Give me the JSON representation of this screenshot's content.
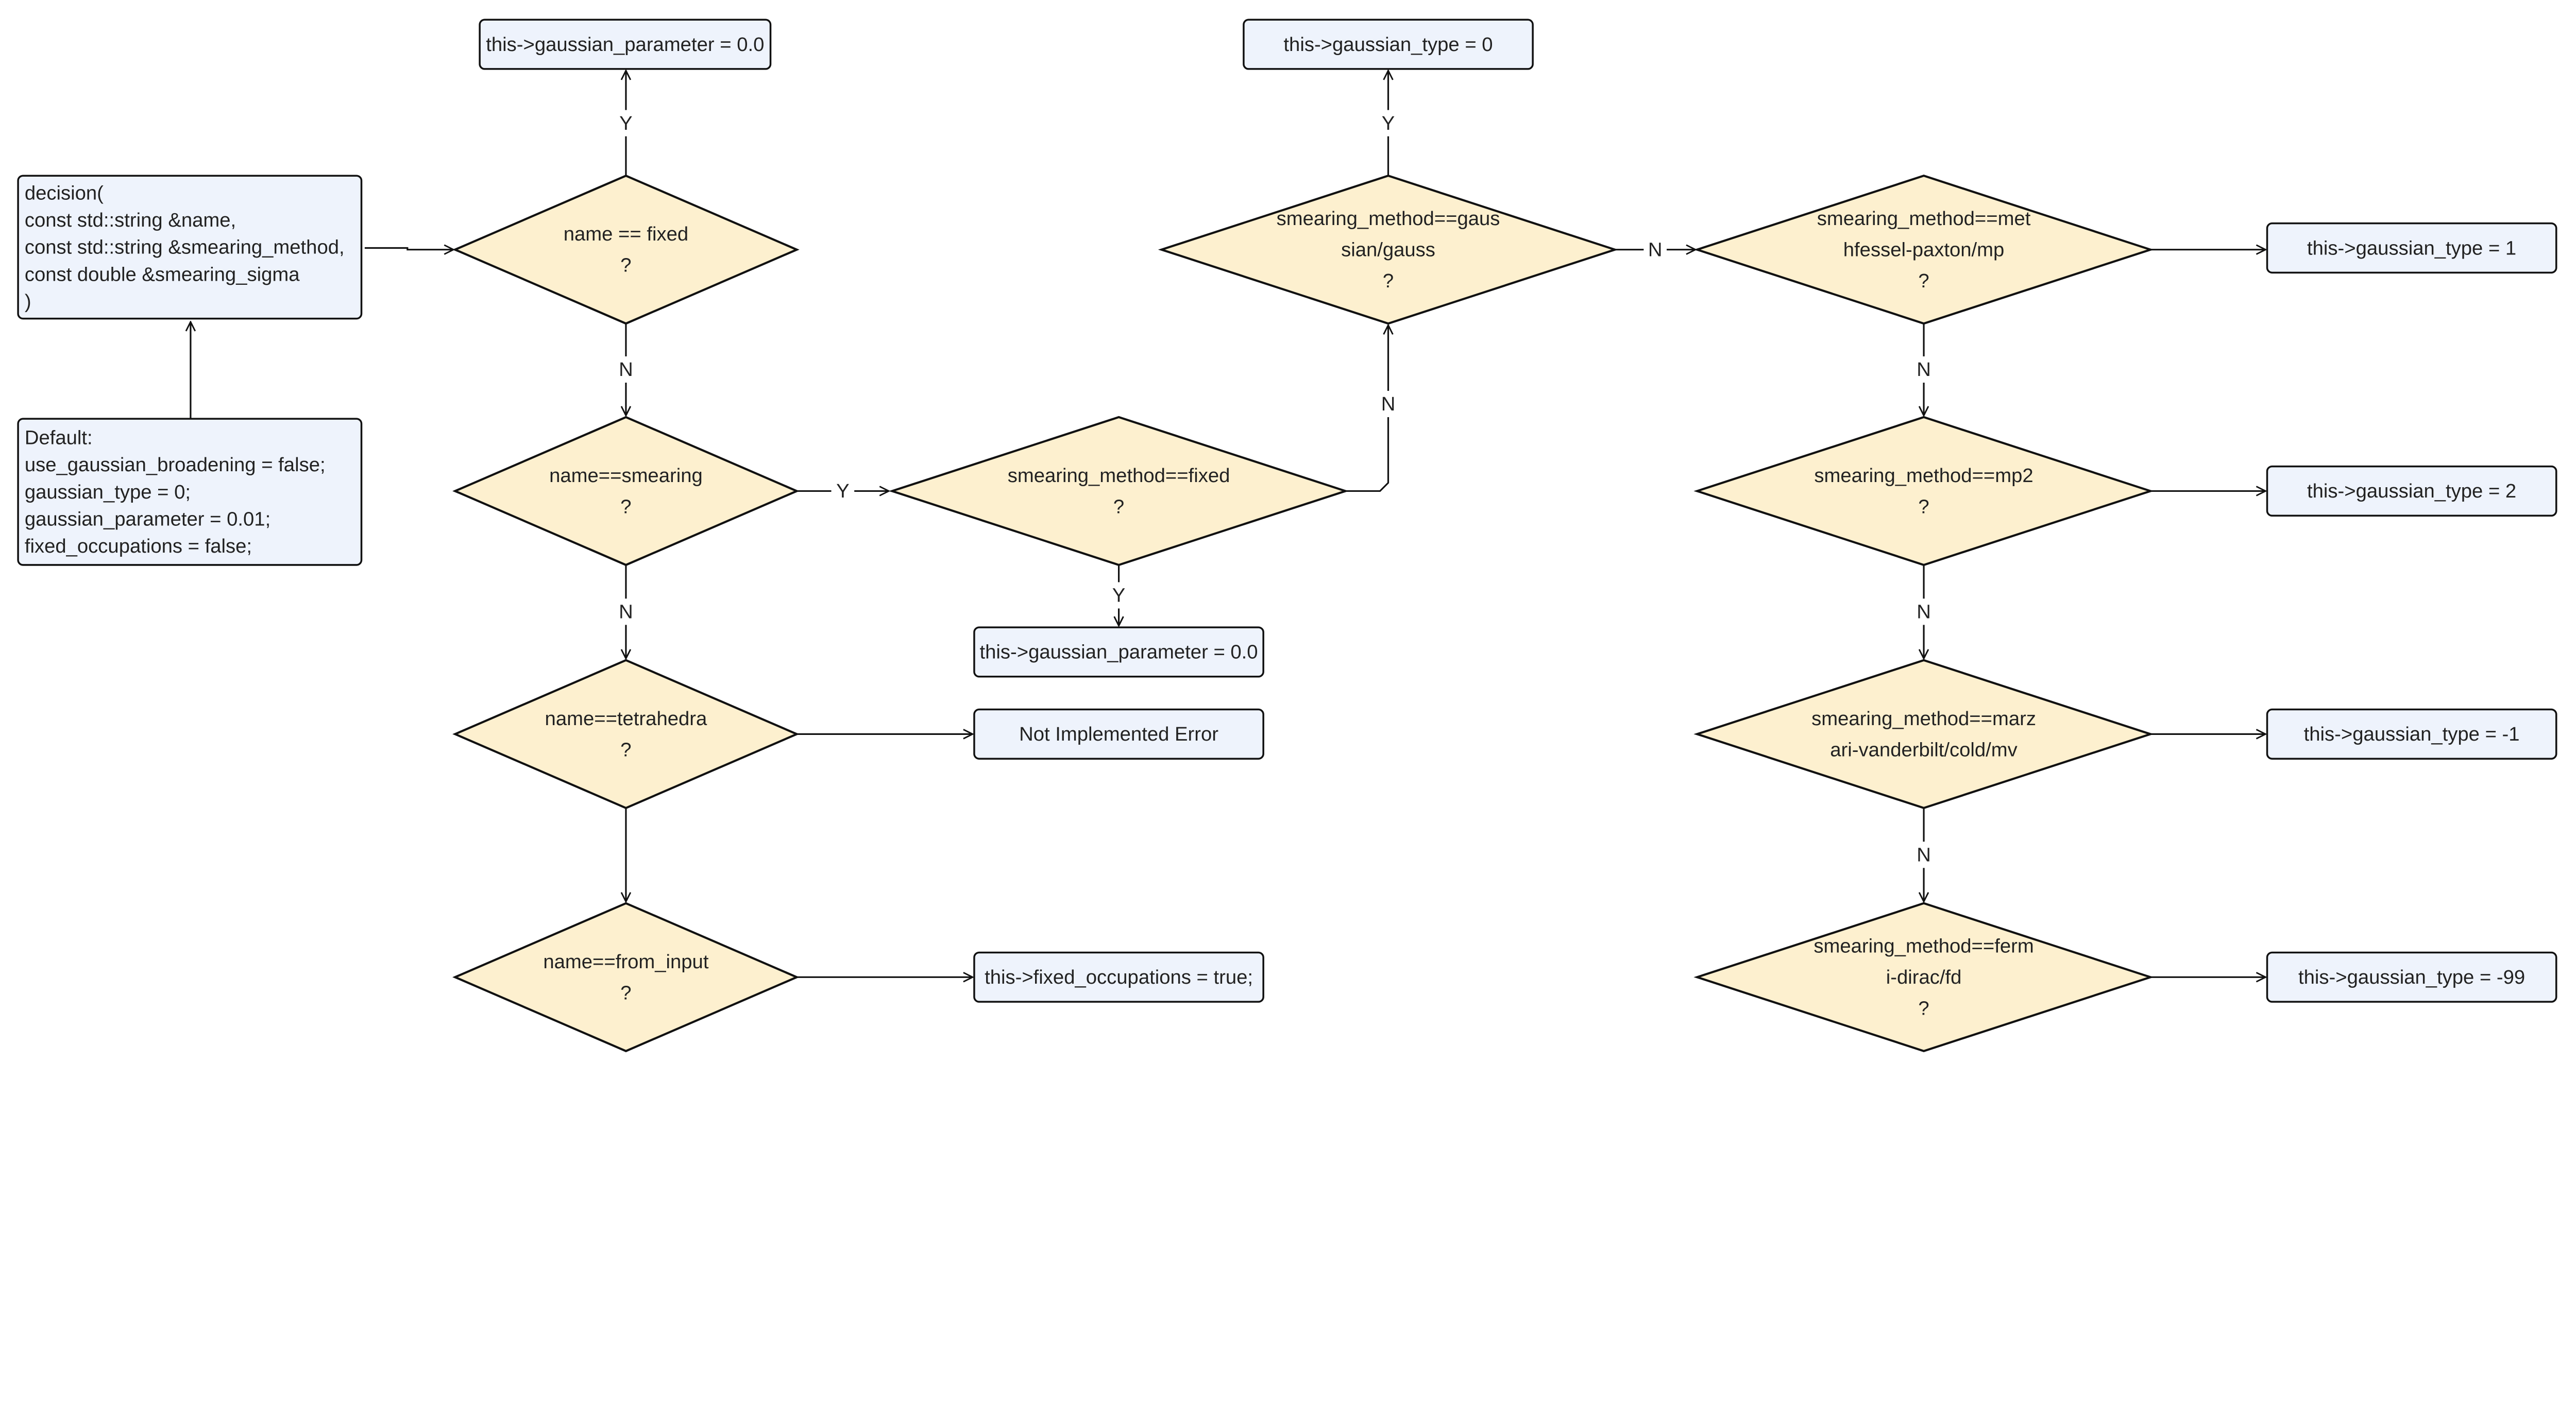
{
  "colors": {
    "decision_fill": "#fdf0cf",
    "process_fill": "#eef3fc",
    "stroke": "#111111"
  },
  "nodes": {
    "decision_fn": {
      "shape": "box",
      "lines": [
        "decision(",
        "const std::string &name,",
        "const std::string &smearing_method,",
        "const double &smearing_sigma",
        ")"
      ]
    },
    "defaults": {
      "shape": "box",
      "lines": [
        "Default:",
        "use_gaussian_broadening = false;",
        "gaussian_type = 0;",
        "gaussian_parameter = 0.01;",
        "fixed_occupations = false;"
      ]
    },
    "d_fixed": {
      "shape": "diamond",
      "lines": [
        "name == fixed",
        "?"
      ]
    },
    "p_gp_top": {
      "shape": "box",
      "lines": [
        "this->gaussian_parameter = 0.0"
      ]
    },
    "d_smearing": {
      "shape": "diamond",
      "lines": [
        "name==smearing",
        "?"
      ]
    },
    "d_sm_fixed": {
      "shape": "diamond",
      "lines": [
        "smearing_method==fixed",
        "?"
      ]
    },
    "p_gp_mid": {
      "shape": "box",
      "lines": [
        "this->gaussian_parameter = 0.0"
      ]
    },
    "d_gauss": {
      "shape": "diamond",
      "lines": [
        "smearing_method==gaus",
        "sian/gauss",
        "?"
      ]
    },
    "p_gt0": {
      "shape": "box",
      "lines": [
        "this->gaussian_type = 0"
      ]
    },
    "d_mp": {
      "shape": "diamond",
      "lines": [
        "smearing_method==met",
        "hfessel-paxton/mp",
        "?"
      ]
    },
    "p_gt1": {
      "shape": "box",
      "lines": [
        "this->gaussian_type = 1"
      ]
    },
    "d_mp2": {
      "shape": "diamond",
      "lines": [
        "smearing_method==mp2",
        "?"
      ]
    },
    "p_gt2": {
      "shape": "box",
      "lines": [
        "this->gaussian_type = 2"
      ]
    },
    "d_mv": {
      "shape": "diamond",
      "lines": [
        "smearing_method==marz",
        "ari-vanderbilt/cold/mv"
      ]
    },
    "p_gtm1": {
      "shape": "box",
      "lines": [
        "this->gaussian_type = -1"
      ]
    },
    "d_fd": {
      "shape": "diamond",
      "lines": [
        "smearing_method==ferm",
        "i-dirac/fd",
        "?"
      ]
    },
    "p_gtm99": {
      "shape": "box",
      "lines": [
        "this->gaussian_type = -99"
      ]
    },
    "d_tetra": {
      "shape": "diamond",
      "lines": [
        "name==tetrahedra",
        "?"
      ]
    },
    "p_nie": {
      "shape": "box",
      "lines": [
        "Not Implemented Error"
      ]
    },
    "d_input": {
      "shape": "diamond",
      "lines": [
        "name==from_input",
        "?"
      ]
    },
    "p_fixocc": {
      "shape": "box",
      "lines": [
        "this->fixed_occupations = true;"
      ]
    }
  },
  "edges": [
    {
      "from": "defaults",
      "to": "decision_fn",
      "label": ""
    },
    {
      "from": "decision_fn",
      "to": "d_fixed",
      "label": ""
    },
    {
      "from": "d_fixed",
      "to": "p_gp_top",
      "label": "Y"
    },
    {
      "from": "d_fixed",
      "to": "d_smearing",
      "label": "N"
    },
    {
      "from": "d_smearing",
      "to": "d_sm_fixed",
      "label": "Y"
    },
    {
      "from": "d_sm_fixed",
      "to": "p_gp_mid",
      "label": "Y"
    },
    {
      "from": "d_sm_fixed",
      "to": "d_gauss",
      "label": "N"
    },
    {
      "from": "d_gauss",
      "to": "p_gt0",
      "label": "Y"
    },
    {
      "from": "d_gauss",
      "to": "d_mp",
      "label": "N"
    },
    {
      "from": "d_mp",
      "to": "p_gt1",
      "label": ""
    },
    {
      "from": "d_mp",
      "to": "d_mp2",
      "label": "N"
    },
    {
      "from": "d_mp2",
      "to": "p_gt2",
      "label": ""
    },
    {
      "from": "d_mp2",
      "to": "d_mv",
      "label": "N"
    },
    {
      "from": "d_mv",
      "to": "p_gtm1",
      "label": ""
    },
    {
      "from": "d_mv",
      "to": "d_fd",
      "label": "N"
    },
    {
      "from": "d_fd",
      "to": "p_gtm99",
      "label": ""
    },
    {
      "from": "d_smearing",
      "to": "d_tetra",
      "label": "N"
    },
    {
      "from": "d_tetra",
      "to": "p_nie",
      "label": ""
    },
    {
      "from": "d_tetra",
      "to": "d_input",
      "label": ""
    },
    {
      "from": "d_input",
      "to": "p_fixocc",
      "label": ""
    }
  ]
}
